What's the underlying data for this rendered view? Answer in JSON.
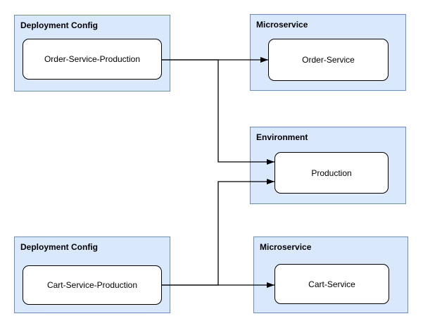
{
  "diagram": {
    "background": "#ffffff",
    "palette": {
      "container_fill": "#dae8fc",
      "container_stroke": "#6c8ebf",
      "node_fill": "#ffffff",
      "node_stroke": "#000000",
      "edge_color": "#000000",
      "text_color": "#000000"
    },
    "containers": [
      {
        "label": "Deployment Config",
        "position": "top-left"
      },
      {
        "label": "Microservice",
        "position": "top-right"
      },
      {
        "label": "Environment",
        "position": "middle-right"
      },
      {
        "label": "Deployment Config",
        "position": "bottom-left"
      },
      {
        "label": "Microservice",
        "position": "bottom-right"
      }
    ],
    "nodes": [
      {
        "label": "Order-Service-Production",
        "container": "Deployment Config (top)"
      },
      {
        "label": "Order-Service",
        "container": "Microservice (top)"
      },
      {
        "label": "Production",
        "container": "Environment"
      },
      {
        "label": "Cart-Service-Production",
        "container": "Deployment Config (bottom)"
      },
      {
        "label": "Cart-Service",
        "container": "Microservice (bottom)"
      }
    ],
    "edges": [
      {
        "from": "Order-Service-Production",
        "to": "Order-Service",
        "arrow": "end"
      },
      {
        "from": "Order-Service-Production",
        "to": "Production",
        "arrow": "end"
      },
      {
        "from": "Cart-Service-Production",
        "to": "Cart-Service",
        "arrow": "end"
      },
      {
        "from": "Cart-Service-Production",
        "to": "Production",
        "arrow": "end"
      }
    ]
  }
}
